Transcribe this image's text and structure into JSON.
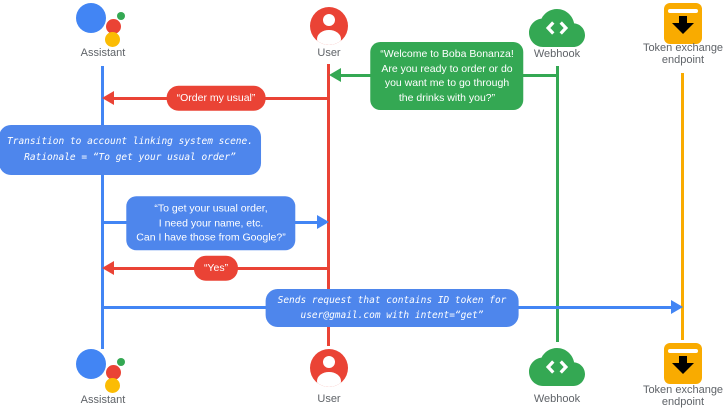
{
  "colors": {
    "assistant_blue": "#4285f4",
    "bubble_blue": "#4e86ec",
    "user_red": "#ea4335",
    "webhook_green": "#34a853",
    "token_amber": "#f9ab00",
    "assistant_logo_yellow": "#fbbc04",
    "label_gray": "#5f6368"
  },
  "actors": {
    "assistant": {
      "label": "Assistant"
    },
    "user": {
      "label": "User"
    },
    "webhook": {
      "label": "Webhook"
    },
    "token_endpoint": {
      "label": "Token exchange\nendpoint"
    }
  },
  "messages": {
    "welcome": {
      "from": "Webhook",
      "to": "User",
      "text": "“Welcome to Boba Bonanza!\nAre you ready to order or do\nyou want me to go through\nthe drinks with you?”"
    },
    "order_usual": {
      "from": "User",
      "to": "Assistant",
      "text": "“Order my usual”"
    },
    "transition_note": {
      "on": "Assistant",
      "text": "Transition to account linking system scene.\nRationale = “To get your usual order”"
    },
    "ask_info": {
      "from": "Assistant",
      "to": "User",
      "text": "“To get your usual order,\nI need your name, etc.\nCan I have those from Google?”"
    },
    "yes": {
      "from": "User",
      "to": "Assistant",
      "text": "“Yes”"
    },
    "send_request": {
      "from": "Assistant",
      "to": "Token exchange endpoint",
      "text": "Sends request that contains ID token for\nuser@gmail.com with intent=“get”"
    }
  }
}
